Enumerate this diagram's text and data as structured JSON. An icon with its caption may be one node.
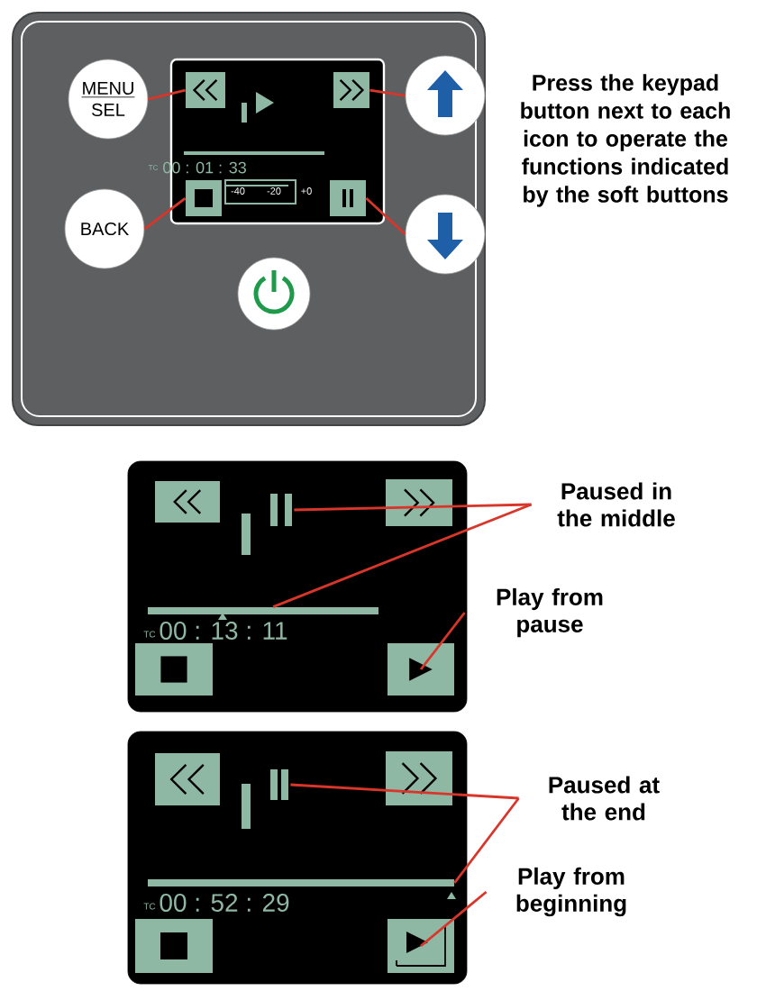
{
  "diagram": {
    "nodes": [
      {
        "text": [
          "MENU",
          "SEL"
        ]
      },
      {
        "text": [],
        "shape": "box"
      },
      {
        "text": [],
        "shape": "circle"
      },
      {
        "text": [],
        "shape": "box"
      },
      {
        "text": [
          "BACK"
        ]
      },
      {
        "text": [],
        "shape": "box"
      },
      {
        "text": [],
        "shape": "box"
      },
      {
        "text": [],
        "shape": "circle"
      },
      {
        "text": [],
        "shape": "circle"
      },
      {
        "text": [],
        "shape": "box"
      },
      {
        "text": [],
        "shape": "box"
      },
      {
        "text": [],
        "shape": "bar"
      },
      {
        "text": [],
        "shape": "bar"
      },
      {
        "text": [],
        "shape": "box"
      },
      {
        "text": [],
        "shape": "box"
      },
      {
        "text": [
          "Paused in the middle"
        ]
      },
      {
        "text": [
          "Play from pause"
        ]
      },
      {
        "text": [],
        "shape": "box"
      },
      {
        "text": [],
        "shape": "box"
      },
      {
        "text": [],
        "shape": "bar"
      },
      {
        "text": [],
        "shape": "bar"
      },
      {
        "text": [],
        "shape": "box"
      },
      {
        "text": [],
        "shape": "box"
      },
      {
        "text": [
          "Paused at the end"
        ]
      },
      {
        "text": [
          "Play from beginning"
        ]
      }
    ],
    "edges": [
      {
        "from": 0,
        "to": 1,
        "arrow": "none"
      },
      {
        "from": 3,
        "to": 2,
        "arrow": "none"
      },
      {
        "from": 4,
        "to": 5,
        "arrow": "none"
      },
      {
        "from": 6,
        "to": 7,
        "arrow": "none"
      },
      {
        "from": 15,
        "to": 11,
        "arrow": "none"
      },
      {
        "from": 15,
        "to": 12,
        "arrow": "none"
      },
      {
        "from": 16,
        "to": 14,
        "arrow": "none"
      },
      {
        "from": 23,
        "to": 19,
        "arrow": "none"
      },
      {
        "from": 23,
        "to": 20,
        "arrow": "none"
      },
      {
        "from": 24,
        "to": 22,
        "arrow": "none"
      }
    ],
    "labels": [
      "Press the keypad button next to each icon to operate the functions indicated by the soft buttons",
      "TC",
      "00 : 01 : 33",
      "-40",
      "-20",
      "+0",
      "TC",
      "00 : 13 : 11",
      "TC",
      "00 : 52 : 29"
    ]
  }
}
